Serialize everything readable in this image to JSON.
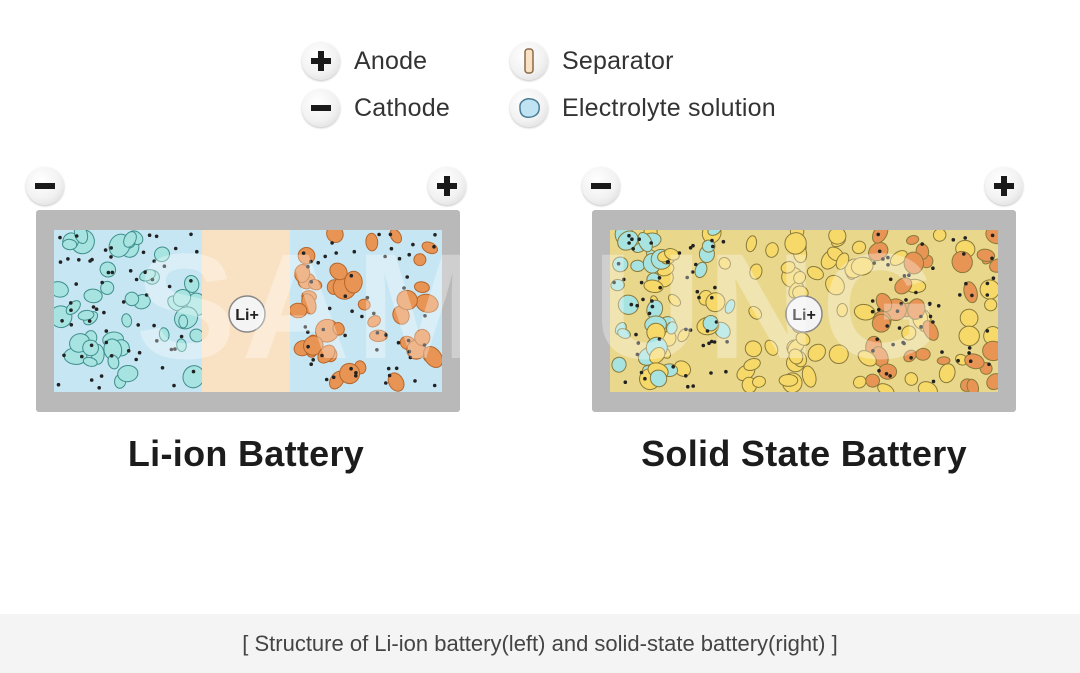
{
  "legend": {
    "anode": {
      "label": "Anode",
      "icon": "plus-icon"
    },
    "cathode": {
      "label": "Cathode",
      "icon": "minus-icon"
    },
    "separator": {
      "label": "Separator",
      "icon": "separator-icon"
    },
    "electrolyte": {
      "label": "Electrolyte solution",
      "icon": "electrolyte-icon"
    }
  },
  "batteries": [
    {
      "title": "Li-ion Battery",
      "ion_label": "Li+"
    },
    {
      "title": "Solid State Battery",
      "ion_label": "Li+"
    }
  ],
  "watermark": "SAMSUNG",
  "caption": "[ Structure of Li-ion battery(left) and solid-state battery(right) ]",
  "colors": {
    "electrolyte": "#bfe3f2",
    "anode_particle": "#a6e3e1",
    "cathode_particle": "#e89454",
    "separator": "#f9e2c4",
    "solid_electrolyte": "#f7d96a",
    "casing": "#b9b9b9"
  }
}
